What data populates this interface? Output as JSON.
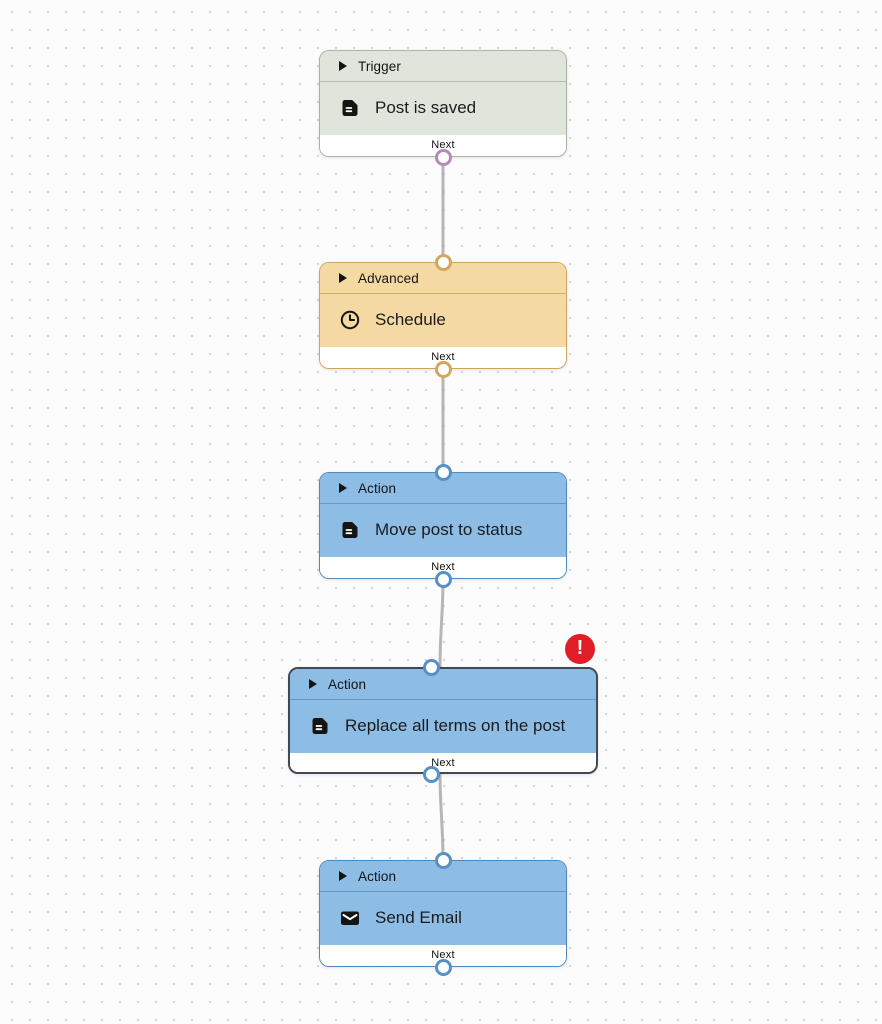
{
  "canvas": {
    "background": "#fcfcfd",
    "grid_dot_color": "#d2d5d8"
  },
  "connector": {
    "line_color": "#b6b6b6",
    "trigger_port_color": "#b38aba",
    "advanced_port_color": "#d2a75f",
    "action_port_color": "#5590c8"
  },
  "badge": {
    "error_color": "#e11d28",
    "error_glyph": "!"
  },
  "nodes": [
    {
      "kind": "trigger",
      "header": "Trigger",
      "title": "Post is saved",
      "icon": "document-icon",
      "footer": "Next",
      "fill": "#dfe5da",
      "border": "#a9b3a2"
    },
    {
      "kind": "advanced",
      "header": "Advanced",
      "title": "Schedule",
      "icon": "clock-icon",
      "footer": "Next",
      "fill": "#f4d9a3",
      "border": "#cfa55e"
    },
    {
      "kind": "action",
      "header": "Action",
      "title": "Move post to status",
      "icon": "document-icon",
      "footer": "Next",
      "fill": "#8dbde5",
      "border": "#5088c0"
    },
    {
      "kind": "action",
      "header": "Action",
      "title": "Replace all terms on the post",
      "icon": "document-icon",
      "footer": "Next",
      "fill": "#8dbde5",
      "border": "#3f4a54",
      "selected": true,
      "has_error": true
    },
    {
      "kind": "action",
      "header": "Action",
      "title": "Send Email",
      "icon": "envelope-icon",
      "footer": "Next",
      "fill": "#8dbde5",
      "border": "#5088c0"
    }
  ]
}
